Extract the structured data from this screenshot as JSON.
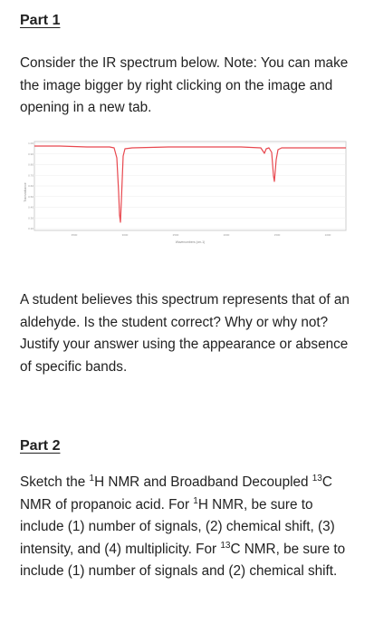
{
  "part1": {
    "heading": "Part 1",
    "intro": "Consider the IR spectrum below. Note: You can make the image bigger by right clicking on the image and opening in a new tab.",
    "question": "A student believes this spectrum represents that of an aldehyde. Is the student correct? Why or why not? Justify your answer using the appearance or absence of specific bands."
  },
  "part2": {
    "heading": "Part 2",
    "q_sketch": "Sketch the ",
    "sup_h": "1",
    "q_h_nmr": "H NMR and Broadband Decoupled ",
    "sup_c": "13",
    "q_c_nmr": "C NMR of propanoic acid. For ",
    "sup_h2": "1",
    "q_h_rest": "H NMR, be sure to include (1) number of signals, (2) chemical shift, (3) intensity, and (4) multiplicity. For ",
    "sup_c2": "13",
    "q_c_rest": "C NMR, be sure to include (1) number of signals and (2) chemical shift."
  },
  "spectrum": {
    "ylabel": "Transmittance",
    "xlabel": "Wavenumbers (cm-1)",
    "line_color": "#e8484f",
    "y_ticks": [
      "1.00",
      "0.90",
      "0.80",
      "0.70",
      "0.60",
      "0.50",
      "0.40",
      "0.30",
      "0.20"
    ],
    "x_ticks": [
      "3500",
      "3000",
      "2500",
      "2000",
      "1500",
      "1000"
    ]
  }
}
